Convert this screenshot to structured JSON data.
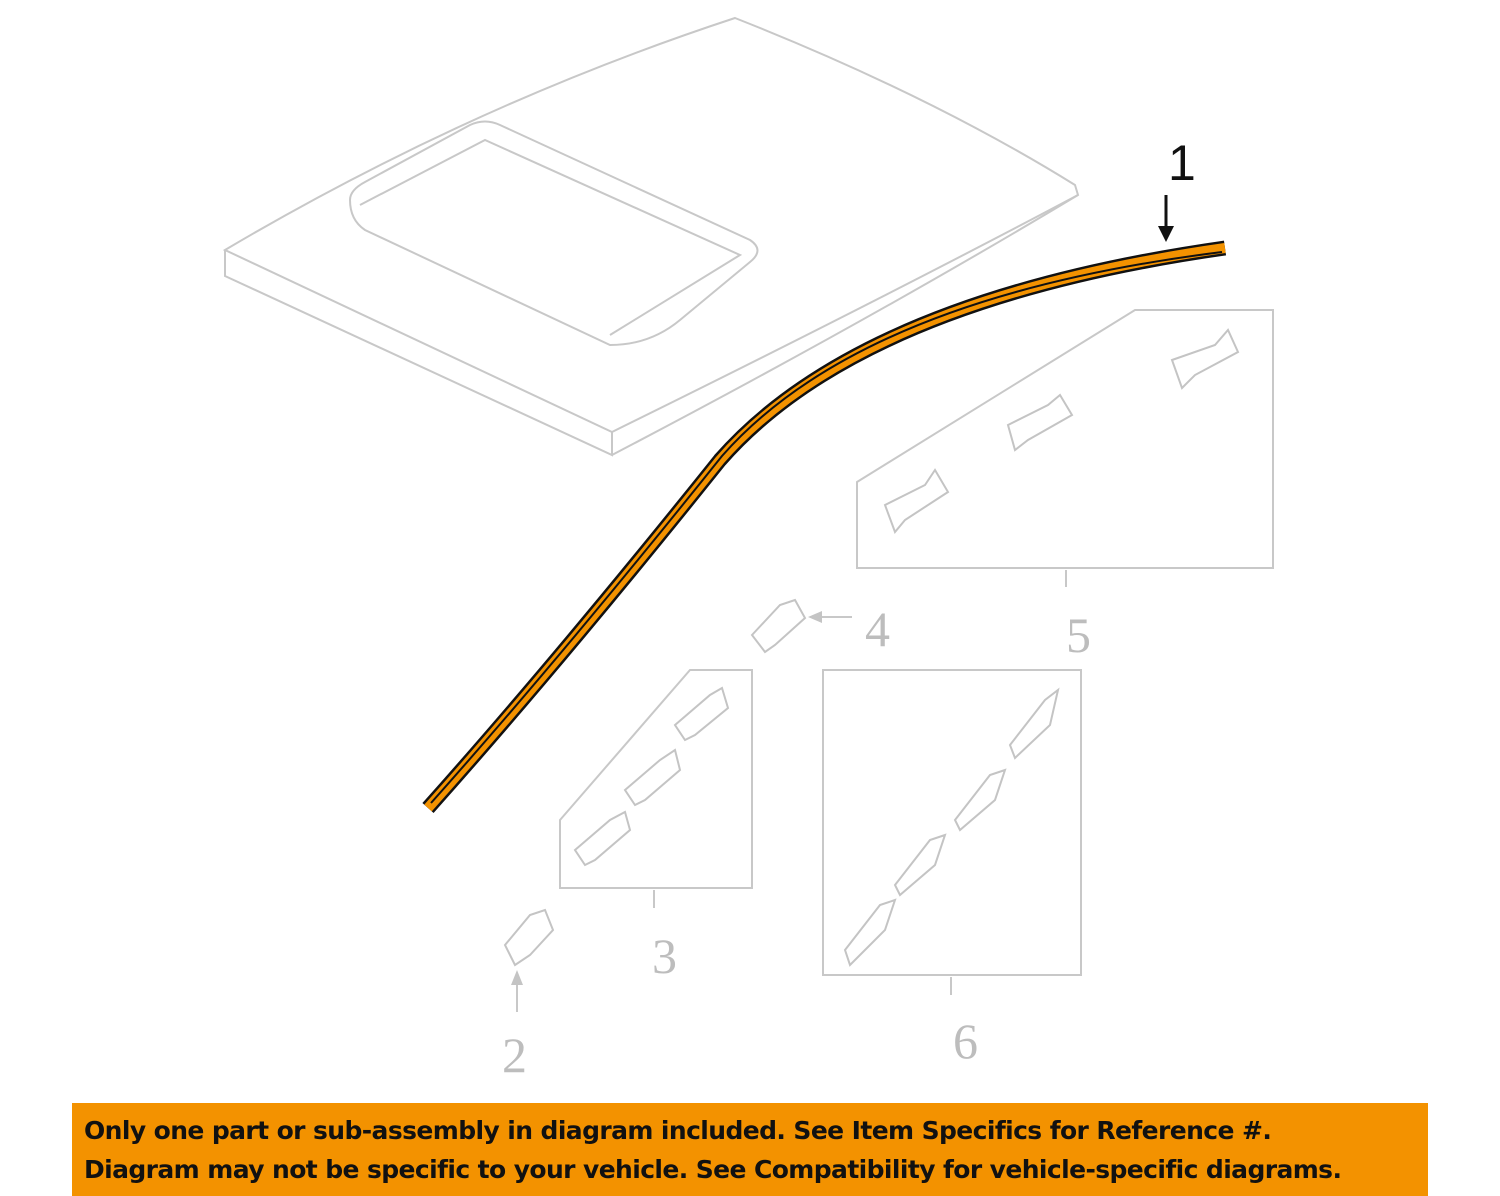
{
  "diagram": {
    "callouts": {
      "c1": "1",
      "c2": "2",
      "c3": "3",
      "c4": "4",
      "c5": "5",
      "c6": "6"
    },
    "highlight_color": "#f39200",
    "highlighted_part": "1"
  },
  "banner": {
    "line1": "Only one part or sub-assembly in diagram included. See Item Specifics for Reference #.",
    "line2": "Diagram may not be specific to your vehicle. See Compatibility for vehicle-specific diagrams.",
    "color": "#f39200"
  }
}
